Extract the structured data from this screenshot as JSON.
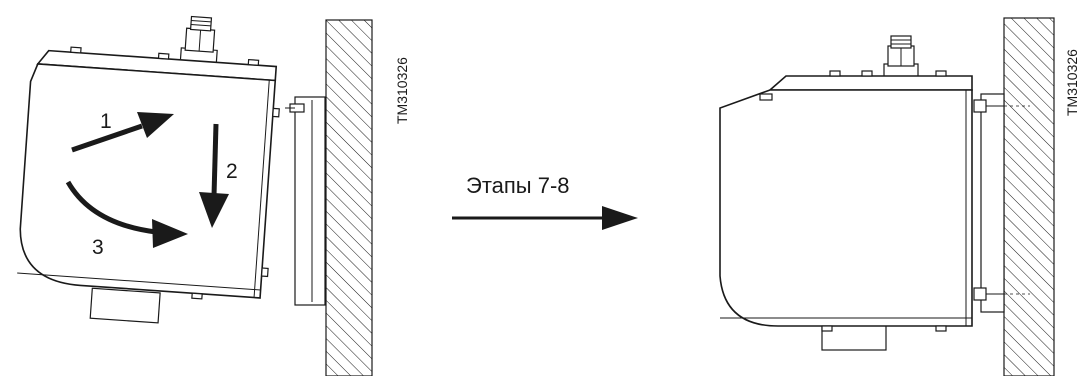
{
  "figure": {
    "drawing_code_left": "TM310326",
    "drawing_code_right": "TM310326",
    "step_label": "Этапы 7-8",
    "motion_steps": [
      "1",
      "2",
      "3"
    ]
  },
  "colors": {
    "line": "#1a1a1a",
    "background": "#ffffff"
  }
}
